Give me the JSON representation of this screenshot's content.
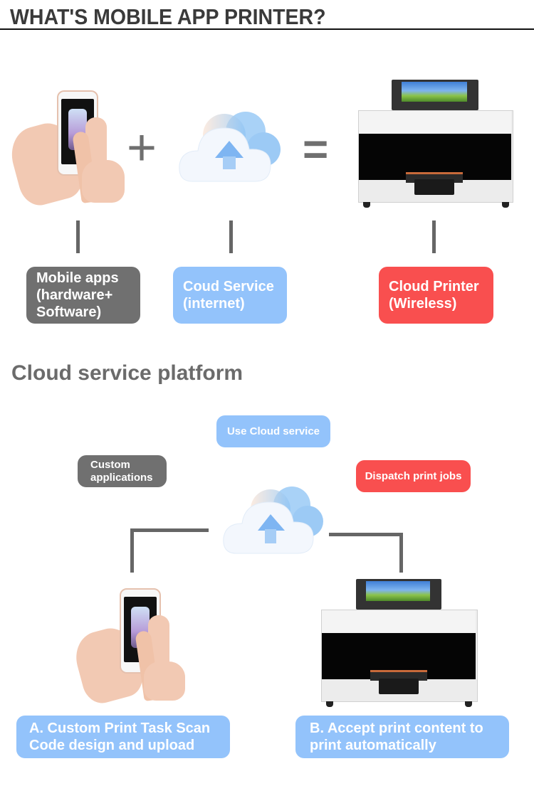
{
  "header": {
    "title": "WHAT'S MOBILE APP PRINTER?"
  },
  "equation": {
    "plus_symbol": "+",
    "equals_symbol": "=",
    "items": [
      {
        "icon": "phone-in-hand-icon",
        "lines": [
          "Mobile apps",
          "(hardware+",
          "Software)"
        ],
        "color": "#707070"
      },
      {
        "icon": "cloud-upload-icon",
        "lines": [
          "Coud Service",
          "(internet)"
        ],
        "color": "#93c3fb"
      },
      {
        "icon": "printer-icon",
        "lines": [
          "Cloud Printer",
          "(Wireless)"
        ],
        "color": "#f94f4f"
      }
    ]
  },
  "platform": {
    "title": "Cloud service platform",
    "labels": {
      "use_cloud": {
        "text": "Use Cloud service",
        "color": "#93c3fb"
      },
      "custom_apps": {
        "lines": [
          "Custom",
          "applications"
        ],
        "color": "#707070"
      },
      "dispatch": {
        "text": "Dispatch print jobs",
        "color": "#f94f4f"
      }
    },
    "step_a": {
      "lines": [
        "A. Custom Print Task Scan",
        "Code design and upload"
      ],
      "color": "#93c3fb"
    },
    "step_b": {
      "lines": [
        "B. Accept print content to",
        "print automatically"
      ],
      "color": "#93c3fb"
    }
  },
  "colors": {
    "connector": "#666666",
    "title_text": "#3a3a3a",
    "subtitle_text": "#6b6b6b"
  }
}
